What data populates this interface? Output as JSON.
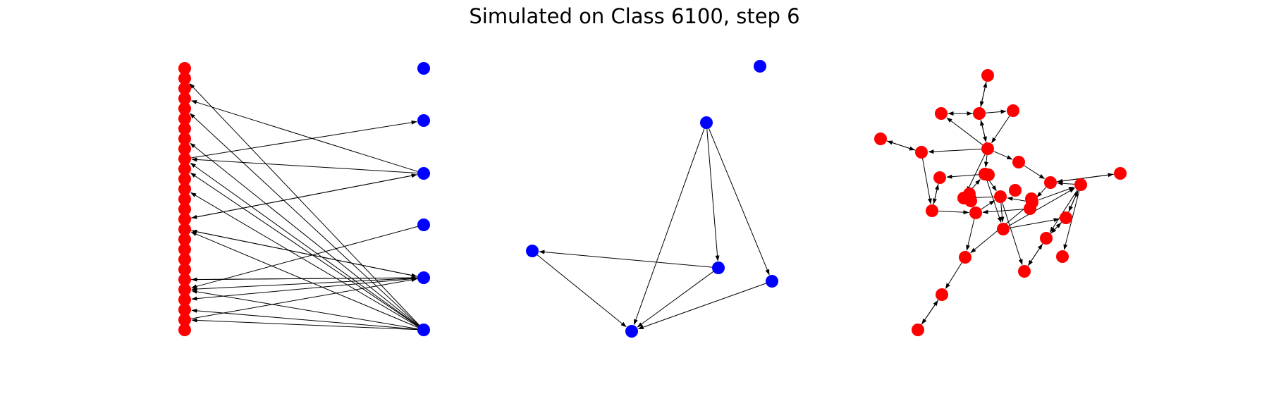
{
  "title": "Simulated on Class 6100, step 6",
  "colors": {
    "red_nodes": "#ff0000",
    "blue_nodes": "#0000ff",
    "edges": "#000000"
  },
  "panels": [
    {
      "id": "bipartite",
      "node_groups": [
        {
          "color": "#ff0000",
          "count": 27
        },
        {
          "color": "#0000ff",
          "count": 6
        }
      ],
      "edge_count": 23,
      "arrows": true
    },
    {
      "id": "blue-graph",
      "node_groups": [
        {
          "color": "#0000ff",
          "count": 6
        }
      ],
      "edge_count": 7,
      "arrows": true
    },
    {
      "id": "red-graph",
      "node_groups": [
        {
          "color": "#ff0000",
          "count": 32
        }
      ],
      "edge_count": 51,
      "arrows": true
    }
  ]
}
